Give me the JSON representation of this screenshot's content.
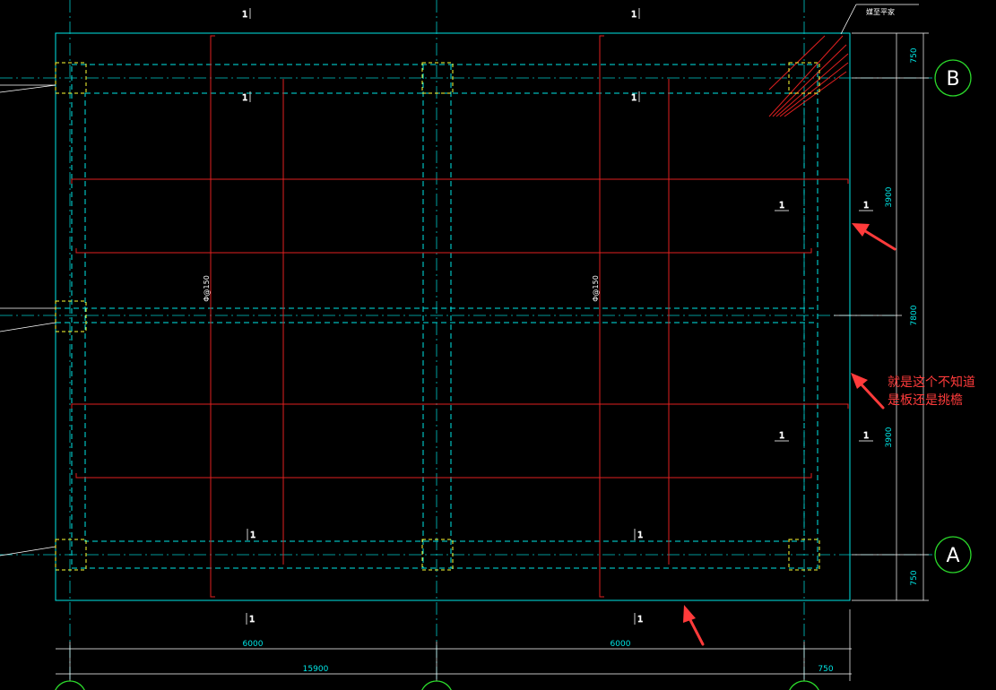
{
  "axes": {
    "top": "B",
    "bottom": "A"
  },
  "dimensions": {
    "right": [
      "750",
      "3900",
      "7800",
      "3900",
      "750"
    ],
    "bottom": [
      "6000",
      "6000",
      "15900",
      "750"
    ]
  },
  "section_marks": [
    "1",
    "1",
    "1",
    "1",
    "1",
    "1",
    "1",
    "1",
    "1",
    "1",
    "1",
    "1"
  ],
  "rebar_labels": [
    "Φ@150",
    "Φ@150"
  ],
  "leader_notes": [
    "",
    "媒至平家"
  ],
  "annotation": {
    "line1": "就是这个不知道",
    "line2": "是板还是挑檐"
  },
  "colors": {
    "background": "#000000",
    "cyan": "#00e6e6",
    "red": "#e02020",
    "yellow": "#ffff33",
    "green": "#2bd92b",
    "white": "#ffffff",
    "arrow": "#ff3b3b"
  }
}
